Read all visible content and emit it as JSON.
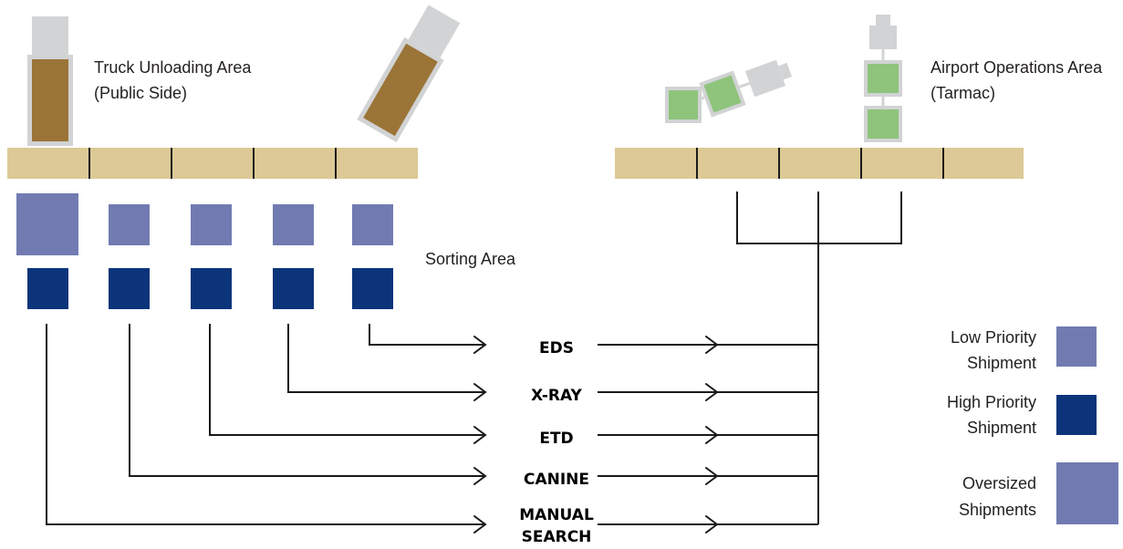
{
  "labels": {
    "truck_area_line1": "Truck Unloading Area",
    "truck_area_line2": "(Public Side)",
    "airport_area_line1": "Airport Operations Area",
    "airport_area_line2": "(Tarmac)",
    "sorting_area": "Sorting Area"
  },
  "methods": [
    {
      "id": "eds",
      "lines": [
        "EDS"
      ]
    },
    {
      "id": "x-ray",
      "lines": [
        "X-RAY"
      ]
    },
    {
      "id": "etd",
      "lines": [
        "ETD"
      ]
    },
    {
      "id": "canine",
      "lines": [
        "CANINE"
      ]
    },
    {
      "id": "manual-search",
      "lines": [
        "MANUAL",
        "SEARCH"
      ]
    }
  ],
  "legend": [
    {
      "id": "low-priority",
      "lines": [
        "Low Priority",
        "Shipment"
      ],
      "color": "#717bb1"
    },
    {
      "id": "high-priority",
      "lines": [
        "High Priority",
        "Shipment"
      ],
      "color": "#0b347a"
    },
    {
      "id": "oversized",
      "lines": [
        "Oversized",
        "Shipments"
      ],
      "color": "#717bb1"
    }
  ],
  "colors": {
    "dock": "#dcc996",
    "truck_cab": "#d1d3d4",
    "truck_cargo": "#9b7437",
    "aircraft_cargo": "#8ec47c",
    "low_priority": "#717bb1",
    "high_priority": "#0b347a"
  }
}
